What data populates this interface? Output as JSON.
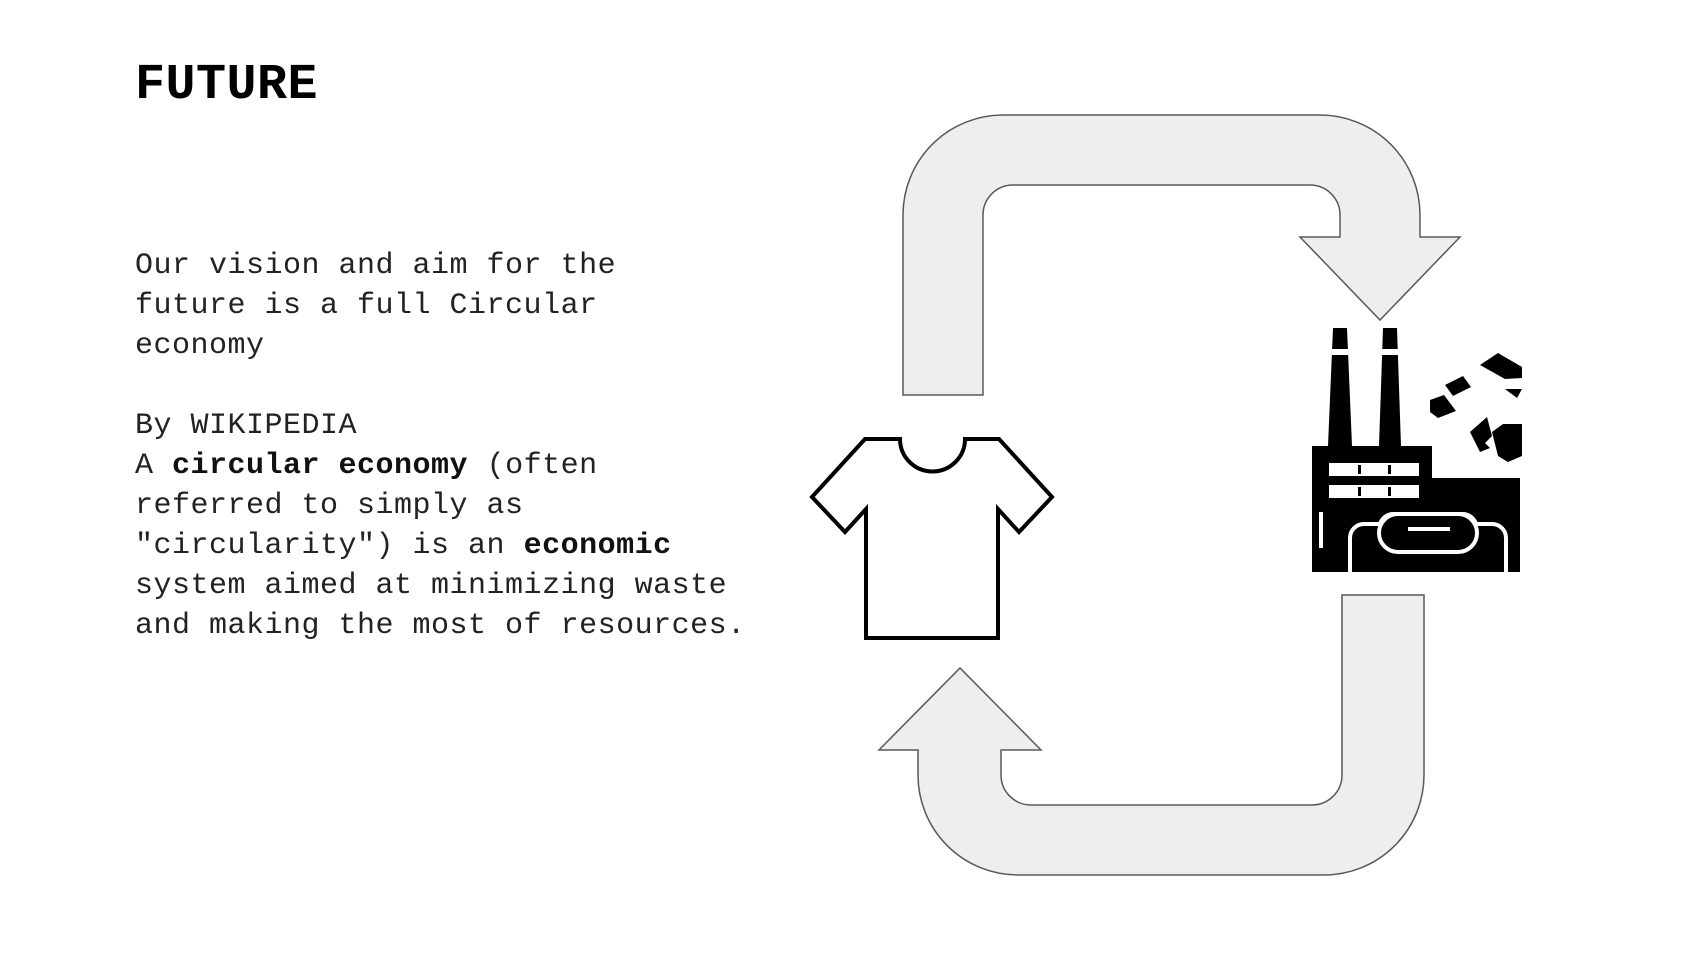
{
  "slide": {
    "title": "FUTURE",
    "vision": {
      "line1": "Our vision and aim for the",
      "line2": "future is a full Circular",
      "line3": "economy"
    },
    "source": "By WIKIPEDIA",
    "definition": {
      "prefix": "A ",
      "term": "circular economy",
      "part2": " (often referred to simply as \"circularity\") is an ",
      "term2": "economic",
      "part3": " system aimed at minimizing waste and making the most of resources."
    }
  },
  "diagram": {
    "nodes": [
      {
        "name": "t-shirt",
        "icon": "t-shirt-icon"
      },
      {
        "name": "recycling-factory",
        "icon": "recycling-factory-icon"
      }
    ],
    "colors": {
      "arrow_fill": "#eeeeee",
      "arrow_stroke": "#595959",
      "icon": "#000000"
    }
  }
}
